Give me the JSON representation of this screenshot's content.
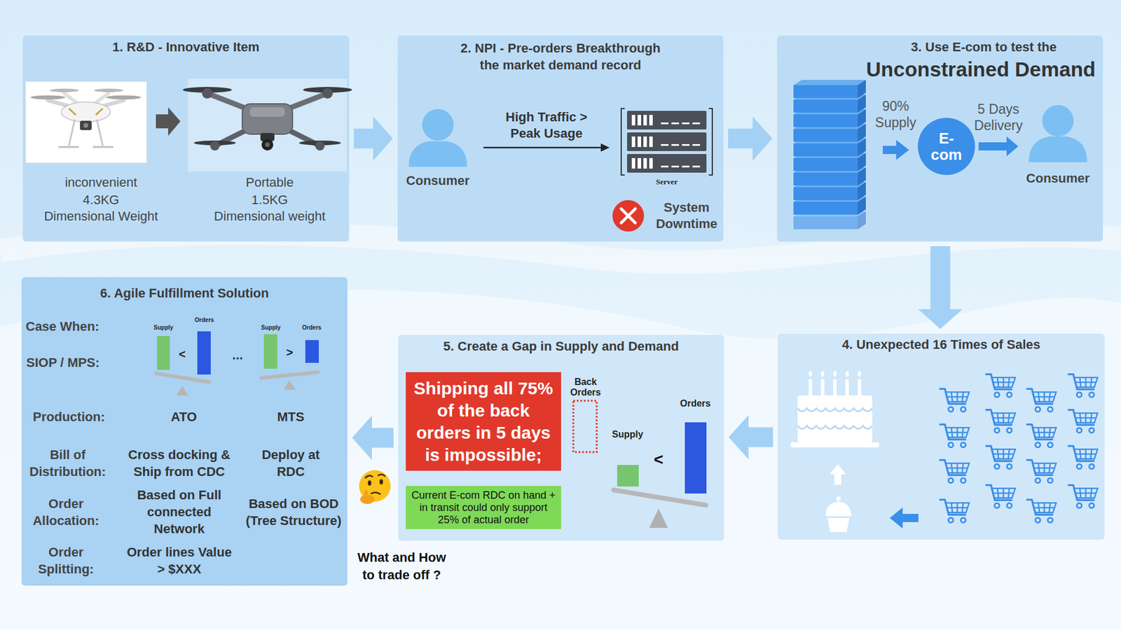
{
  "diagram": {
    "nodes": [
      {
        "text": [
          "1. R&D - Innovative Item"
        ]
      },
      {
        "text": [
          "2. NPI - Pre-orders Breakthrough the market demand record"
        ]
      },
      {
        "text": [
          "Consumer"
        ],
        "in": 1
      },
      {
        "text": [
          "Server"
        ],
        "in": 1
      },
      {
        "text": [
          "3. Use E-com to test the",
          "Unconstrained Demand"
        ]
      },
      {
        "text": [
          "E- com"
        ],
        "in": 4
      },
      {
        "text": [
          "Consumer"
        ],
        "in": 4
      },
      {
        "text": [
          "4. Unexpected 16 Times of Sales"
        ]
      },
      {
        "text": [
          "5. Create a Gap in Supply and Demand"
        ]
      },
      {
        "text": [
          "Shipping all 75% of the back orders in 5 days is impossible;"
        ],
        "in": 8
      },
      {
        "text": [
          "Current E-com RDC on hand + in transit could only support 25% of actual order"
        ],
        "in": 8
      },
      {
        "text": [
          "Back Orders"
        ],
        "in": 8
      },
      {
        "text": [
          "6. Agile Fulfillment Solution"
        ]
      }
    ],
    "edges": [
      {
        "from": 0,
        "to": 1,
        "arrow": "to"
      },
      {
        "from": 1,
        "to": 4,
        "arrow": "to"
      },
      {
        "from": 4,
        "to": 7,
        "arrow": "to"
      },
      {
        "from": 7,
        "to": 8,
        "arrow": "to"
      },
      {
        "from": 8,
        "to": 12,
        "arrow": "to"
      },
      {
        "from": 2,
        "to": 3,
        "label": "High Traffic > Peak Usage",
        "arrow": "to"
      },
      {
        "from": 5,
        "to": 6,
        "label": "5 Days Delivery",
        "arrow": "to"
      }
    ],
    "labels": [
      "inconvenient",
      "4.3KG",
      "Dimensional Weight",
      "Portable",
      "1.5KG",
      "Dimensional weight",
      "System Downtime",
      "90% Supply",
      "Supply",
      "<",
      "Orders",
      "What and How to trade off ?",
      "Case When:",
      "SIOP / MPS:",
      "Production:",
      "Bill of Distribution:",
      "Order Allocation:",
      "Order Splitting:",
      "Supply",
      "Orders",
      "<",
      "...",
      "Supply",
      "Orders",
      ">",
      "ATO",
      "MTS",
      "Cross docking & Ship from CDC",
      "Deploy at RDC",
      "Based on Full connected Network",
      "Based on BOD (Tree Structure)",
      "Order lines Value > $XXX"
    ]
  }
}
